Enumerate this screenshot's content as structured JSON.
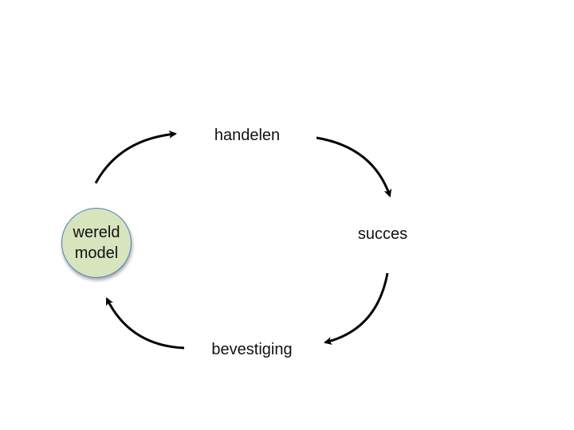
{
  "nodes": {
    "model": {
      "line1": "wereld",
      "line2": "model"
    },
    "act": "handelen",
    "success": "succes",
    "confirm": "bevestiging"
  },
  "colors": {
    "arrow": "#000000",
    "circle_fill": "#d7e4bd",
    "circle_border": "#4f81bd"
  }
}
